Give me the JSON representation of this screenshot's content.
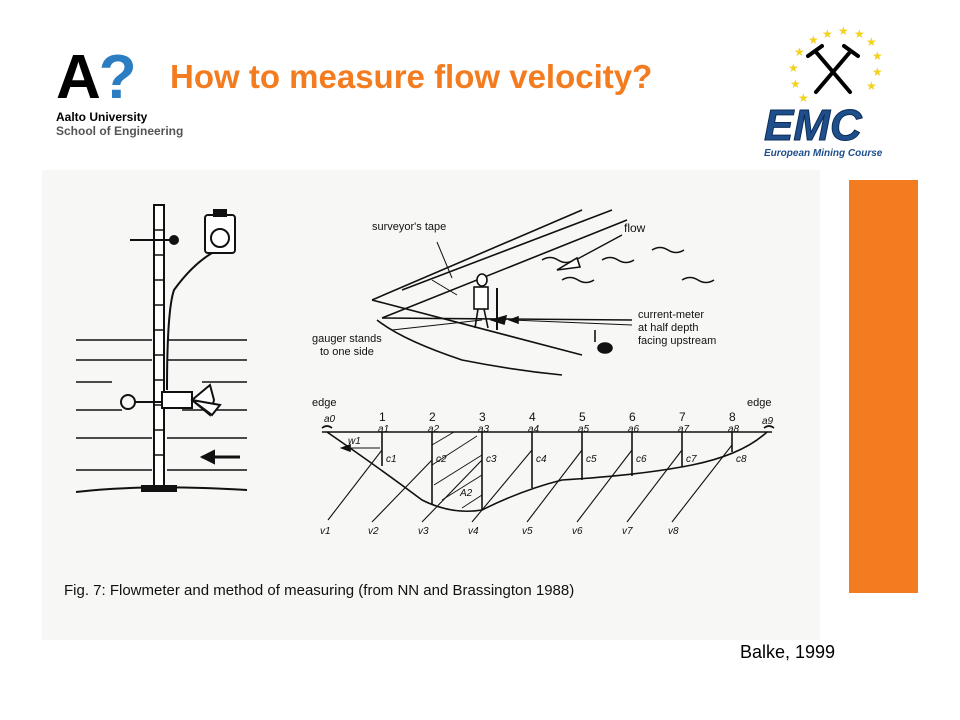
{
  "header": {
    "logo_mark_a": "A",
    "logo_mark_q": "?",
    "logo_line1": "Aalto University",
    "logo_line2": "School of Engineering",
    "title": "How to measure flow velocity?"
  },
  "emc_logo": {
    "letters": "EMC",
    "subtitle": "European Mining Course"
  },
  "figure": {
    "labels": {
      "surveyors_tape": "surveyor's tape",
      "flow": "flow",
      "current_meter": [
        "current-meter",
        "at half depth",
        "facing upstream"
      ],
      "gauger": [
        "gauger stands",
        "to one side"
      ],
      "edge_left": "edge",
      "edge_right": "edge"
    },
    "verticals": [
      "1",
      "2",
      "3",
      "4",
      "5",
      "6",
      "7",
      "8"
    ],
    "a_labels": [
      "a0",
      "a1",
      "a2",
      "a3",
      "a4",
      "a5",
      "a6",
      "a7",
      "a8",
      "a9"
    ],
    "c_labels": [
      "c1",
      "c2",
      "c3",
      "c4",
      "c5",
      "c6",
      "c7",
      "c8"
    ],
    "v_labels": [
      "v1",
      "v2",
      "v3",
      "v4",
      "v5",
      "v6",
      "v7",
      "v8"
    ],
    "w_label": "w1",
    "area_label": "A2",
    "caption": "Fig. 7: Flowmeter and method of measuring (from NN and Brassington 1988)"
  },
  "credit": "Balke, 1999",
  "colors": {
    "accent": "#f47c20",
    "logo_blue": "#2b7ec1",
    "emc_blue": "#1e4f8c"
  }
}
